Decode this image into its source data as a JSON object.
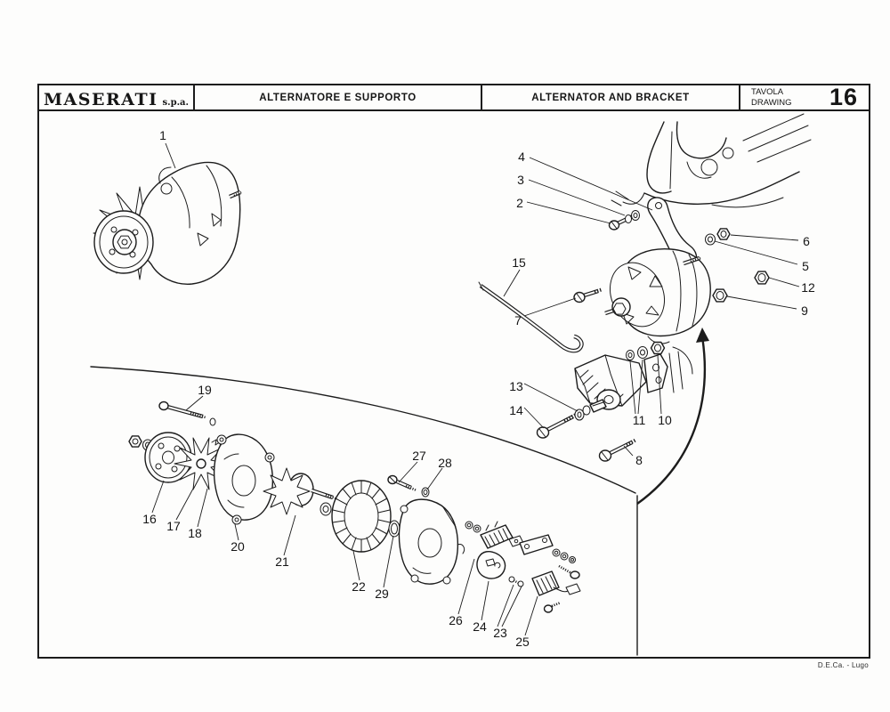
{
  "page": {
    "paper_color": "#fdfdfc",
    "ink_color": "#1c1c1c"
  },
  "header": {
    "brand": "MASERATI",
    "brand_suffix": "s.p.a.",
    "title_italian": "ALTERNATORE E SUPPORTO",
    "title_english": "ALTERNATOR AND BRACKET",
    "plate_label_line1": "TAVOLA",
    "plate_label_line2": "DRAWING",
    "plate_number": "16"
  },
  "footer": {
    "credit": "D.E.Ca. - Lugo"
  },
  "diagram": {
    "subject": "Exploded view of alternator and mounting bracket",
    "callouts": [
      {
        "num": "1"
      },
      {
        "num": "2"
      },
      {
        "num": "3"
      },
      {
        "num": "4"
      },
      {
        "num": "5"
      },
      {
        "num": "6"
      },
      {
        "num": "7"
      },
      {
        "num": "8"
      },
      {
        "num": "9"
      },
      {
        "num": "10"
      },
      {
        "num": "11"
      },
      {
        "num": "12"
      },
      {
        "num": "13"
      },
      {
        "num": "14"
      },
      {
        "num": "15"
      },
      {
        "num": "16"
      },
      {
        "num": "17"
      },
      {
        "num": "18"
      },
      {
        "num": "19"
      },
      {
        "num": "20"
      },
      {
        "num": "21"
      },
      {
        "num": "22"
      },
      {
        "num": "23"
      },
      {
        "num": "24"
      },
      {
        "num": "25"
      },
      {
        "num": "26"
      },
      {
        "num": "27"
      },
      {
        "num": "28"
      },
      {
        "num": "29"
      }
    ]
  }
}
